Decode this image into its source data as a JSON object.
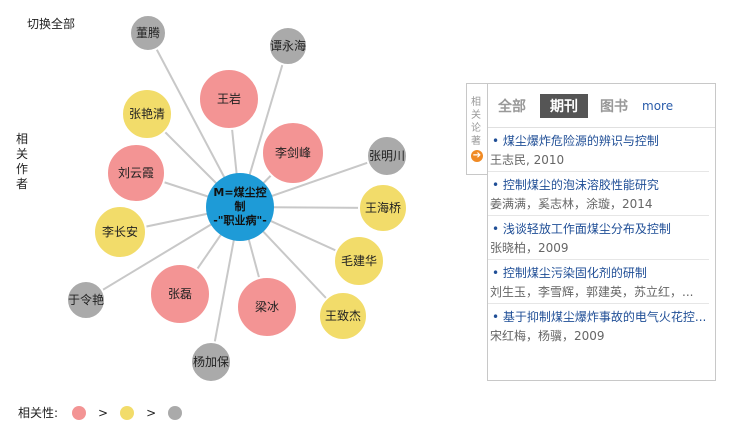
{
  "header": {
    "switch_all": "切换全部"
  },
  "side_label": "相关作者",
  "graph": {
    "center": {
      "line1": "M=煤尘控",
      "line2": "制",
      "line3": "-\"职业病\"-"
    },
    "nodes": [
      {
        "name": "董腾",
        "level": "gray"
      },
      {
        "name": "谭永海",
        "level": "gray"
      },
      {
        "name": "王岩",
        "level": "red"
      },
      {
        "name": "张艳清",
        "level": "yellow"
      },
      {
        "name": "李剑峰",
        "level": "red"
      },
      {
        "name": "张明川",
        "level": "gray"
      },
      {
        "name": "刘云霞",
        "level": "red"
      },
      {
        "name": "王海桥",
        "level": "yellow"
      },
      {
        "name": "李长安",
        "level": "yellow"
      },
      {
        "name": "毛建华",
        "level": "yellow"
      },
      {
        "name": "于令艳",
        "level": "gray"
      },
      {
        "name": "张磊",
        "level": "red"
      },
      {
        "name": "梁冰",
        "level": "red"
      },
      {
        "name": "王致杰",
        "level": "yellow"
      },
      {
        "name": "杨加保",
        "level": "gray"
      }
    ],
    "colors": {
      "red": "#f39494",
      "yellow": "#f2dc6a",
      "gray": "#aaaaaa",
      "center": "#1e9bd7"
    }
  },
  "legend": {
    "label": "相关性:",
    "gt": ">"
  },
  "panel": {
    "rail_text": "相关论著",
    "rail_arrow": "➔",
    "tabs": [
      "全部",
      "期刊",
      "图书"
    ],
    "more": "more",
    "items": [
      {
        "title": "煤尘爆炸危险源的辨识与控制",
        "meta": "王志民, 2010"
      },
      {
        "title": "控制煤尘的泡沫溶胶性能研究",
        "meta": "姜满满，奚志林，涂璇，2014"
      },
      {
        "title": "浅谈轻放工作面煤尘分布及控制",
        "meta": "张晓柏，2009"
      },
      {
        "title": "控制煤尘污染固化剂的研制",
        "meta": "刘生玉，李雪辉，郭建英，苏立红，..."
      },
      {
        "title": "基于抑制煤尘爆炸事故的电气火花控...",
        "meta": "宋红梅，杨骥，2009"
      }
    ]
  }
}
